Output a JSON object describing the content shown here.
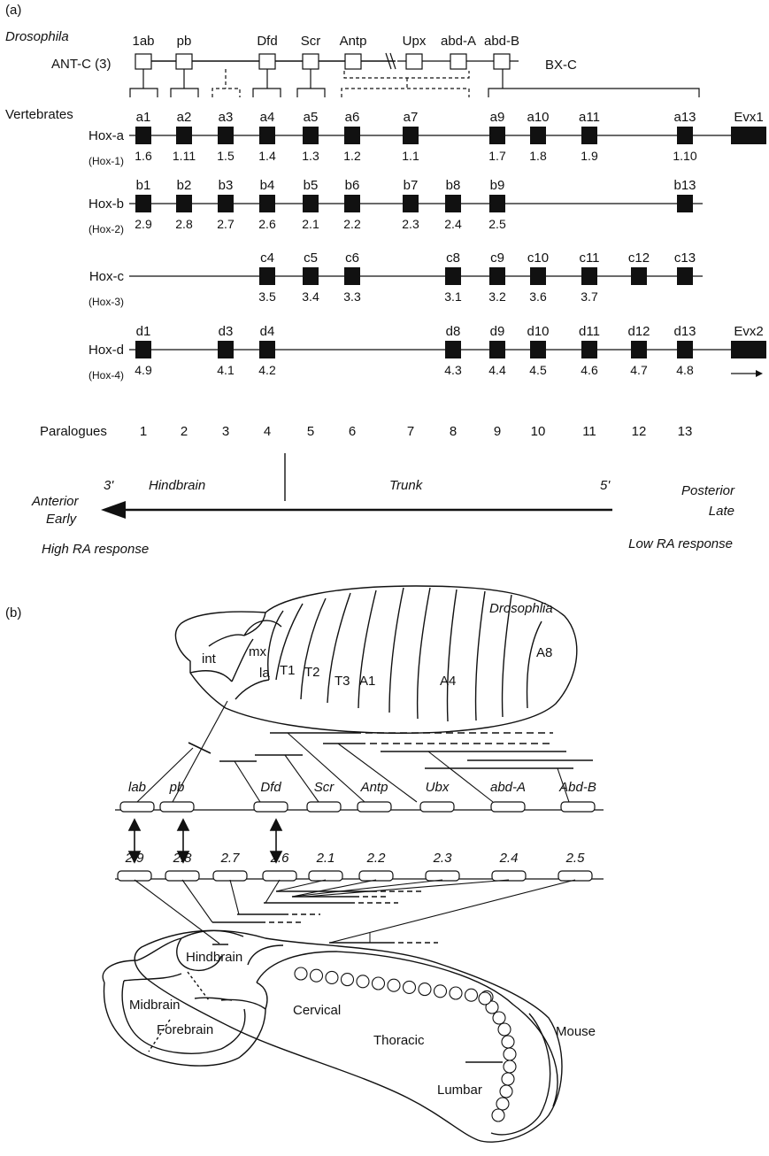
{
  "panel_a": {
    "label": "(a)",
    "species": "Drosophila",
    "antc_label": "ANT-C (3)",
    "bxc_label": "BX-C",
    "fly_genes": [
      "1ab",
      "pb",
      "Dfd",
      "Scr",
      "Antp",
      "Upx",
      "abd-A",
      "abd-B"
    ],
    "vertebrates_label": "Vertebrates",
    "clusters": [
      {
        "name": "Hox-a",
        "old": "(Hox-1)",
        "genes": [
          {
            "id": "a1",
            "old": "1.6",
            "p": 1
          },
          {
            "id": "a2",
            "old": "1.11",
            "p": 2
          },
          {
            "id": "a3",
            "old": "1.5",
            "p": 3
          },
          {
            "id": "a4",
            "old": "1.4",
            "p": 4
          },
          {
            "id": "a5",
            "old": "1.3",
            "p": 5
          },
          {
            "id": "a6",
            "old": "1.2",
            "p": 6
          },
          {
            "id": "a7",
            "old": "1.1",
            "p": 7
          },
          {
            "id": "a9",
            "old": "1.7",
            "p": 9
          },
          {
            "id": "a10",
            "old": "1.8",
            "p": 10
          },
          {
            "id": "a11",
            "old": "1.9",
            "p": 11
          },
          {
            "id": "a13",
            "old": "1.10",
            "p": 13
          }
        ],
        "evx": "Evx1"
      },
      {
        "name": "Hox-b",
        "old": "(Hox-2)",
        "genes": [
          {
            "id": "b1",
            "old": "2.9",
            "p": 1
          },
          {
            "id": "b2",
            "old": "2.8",
            "p": 2
          },
          {
            "id": "b3",
            "old": "2.7",
            "p": 3
          },
          {
            "id": "b4",
            "old": "2.6",
            "p": 4
          },
          {
            "id": "b5",
            "old": "2.1",
            "p": 5
          },
          {
            "id": "b6",
            "old": "2.2",
            "p": 6
          },
          {
            "id": "b7",
            "old": "2.3",
            "p": 7
          },
          {
            "id": "b8",
            "old": "2.4",
            "p": 8
          },
          {
            "id": "b9",
            "old": "2.5",
            "p": 9
          },
          {
            "id": "b13",
            "old": "",
            "p": 13
          }
        ],
        "evx": ""
      },
      {
        "name": "Hox-c",
        "old": "(Hox-3)",
        "genes": [
          {
            "id": "c4",
            "old": "3.5",
            "p": 4
          },
          {
            "id": "c5",
            "old": "3.4",
            "p": 5
          },
          {
            "id": "c6",
            "old": "3.3",
            "p": 6
          },
          {
            "id": "c8",
            "old": "3.1",
            "p": 8
          },
          {
            "id": "c9",
            "old": "3.2",
            "p": 9
          },
          {
            "id": "c10",
            "old": "3.6",
            "p": 10
          },
          {
            "id": "c11",
            "old": "3.7",
            "p": 11
          },
          {
            "id": "c12",
            "old": "",
            "p": 12
          },
          {
            "id": "c13",
            "old": "",
            "p": 13
          }
        ],
        "evx": ""
      },
      {
        "name": "Hox-d",
        "old": "(Hox-4)",
        "genes": [
          {
            "id": "d1",
            "old": "4.9",
            "p": 1
          },
          {
            "id": "d3",
            "old": "4.1",
            "p": 3
          },
          {
            "id": "d4",
            "old": "4.2",
            "p": 4
          },
          {
            "id": "d8",
            "old": "4.3",
            "p": 8
          },
          {
            "id": "d9",
            "old": "4.4",
            "p": 9
          },
          {
            "id": "d10",
            "old": "4.5",
            "p": 10
          },
          {
            "id": "d11",
            "old": "4.6",
            "p": 11
          },
          {
            "id": "d12",
            "old": "4.7",
            "p": 12
          },
          {
            "id": "d13",
            "old": "4.8",
            "p": 13
          }
        ],
        "evx": "Evx2"
      }
    ],
    "paralogues_label": "Paralogues",
    "paralogues": [
      "1",
      "2",
      "3",
      "4",
      "5",
      "6",
      "7",
      "8",
      "9",
      "10",
      "11",
      "12",
      "13"
    ],
    "end3": "3'",
    "end5": "5'",
    "hindbrain": "Hindbrain",
    "trunk": "Trunk",
    "anterior": "Anterior",
    "early": "Early",
    "posterior": "Posterior",
    "late": "Late",
    "high_ra": "High RA response",
    "low_ra": "Low RA response"
  },
  "panel_b": {
    "label": "(b)",
    "species": "Drosophlia",
    "segments": [
      "int",
      "mx",
      "la",
      "T1",
      "T2",
      "T3",
      "A1",
      "A4",
      "A8"
    ],
    "fly_genes": [
      "lab",
      "pb",
      "Dfd",
      "Scr",
      "Antp",
      "Ubx",
      "abd-A",
      "Abd-B"
    ],
    "mouse_genes": [
      "2.9",
      "2.8",
      "2.7",
      "2.6",
      "2.1",
      "2.2",
      "2.3",
      "2.4",
      "2.5"
    ],
    "regions": [
      "Hindbrain",
      "Midbrain",
      "Forebrain",
      "Cervical",
      "Thoracic",
      "Lumbar"
    ],
    "mouse_label": "Mouse"
  }
}
